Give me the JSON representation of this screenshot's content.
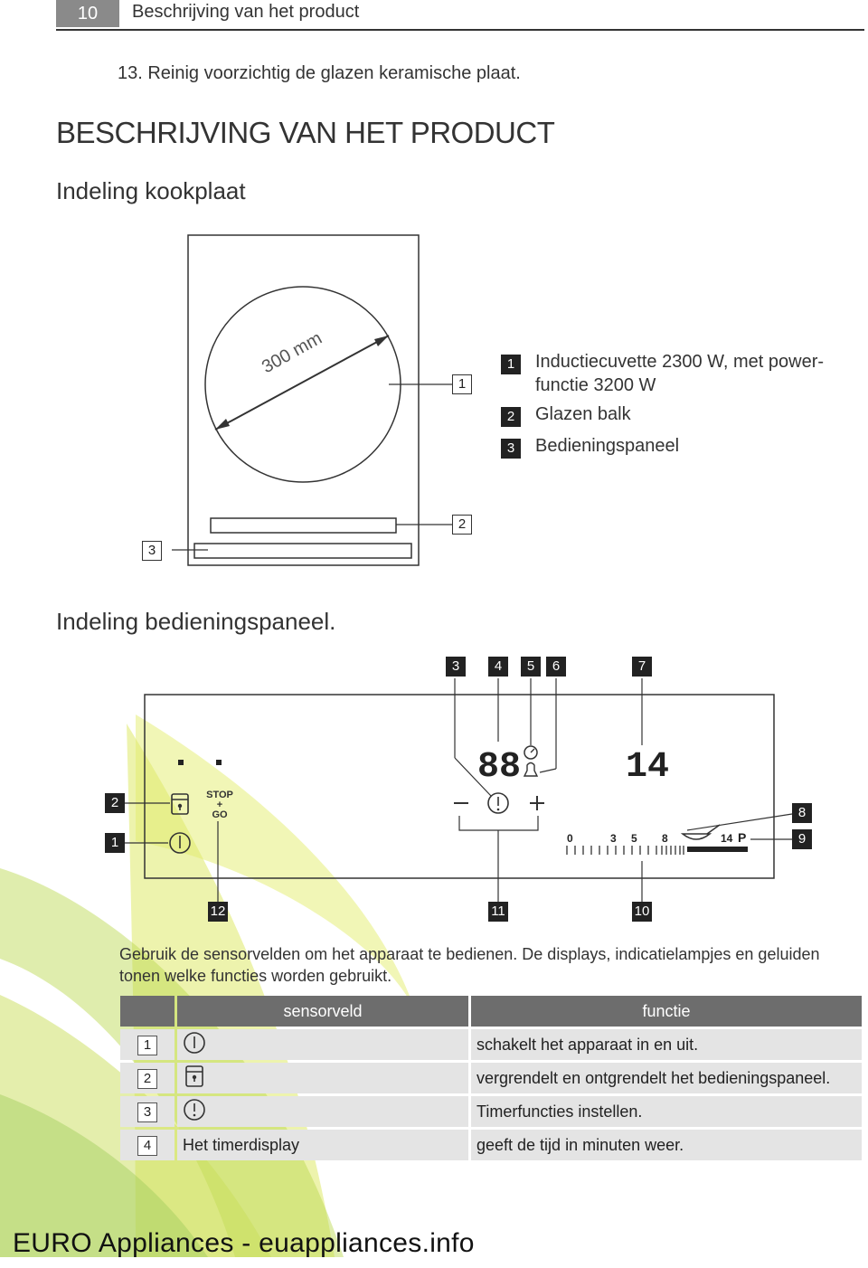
{
  "header": {
    "page_number": "10",
    "section_title": "Beschrijving van het product"
  },
  "step": "13.  Reinig voorzichtig de glazen keramische plaat.",
  "heading": "BESCHRIJVING VAN HET PRODUCT",
  "subheading_hob": "Indeling kookplaat",
  "hob_diagram": {
    "diameter_label": "300 mm",
    "callouts": [
      "1",
      "2",
      "3"
    ],
    "legend": [
      {
        "num": "1",
        "text_line1": "Inductiecuvette 2300 W, met power-",
        "text_line2": "functie 3200 W"
      },
      {
        "num": "2",
        "text_line1": "Glazen balk"
      },
      {
        "num": "3",
        "text_line1": "Bedieningspaneel"
      }
    ]
  },
  "subheading_panel": "Indeling bedieningspaneel.",
  "panel_diagram": {
    "top_callouts": [
      "3",
      "4",
      "5",
      "6",
      "7"
    ],
    "left_callouts": [
      "2",
      "1"
    ],
    "right_callouts": [
      "8",
      "9"
    ],
    "bottom_callouts": [
      "12",
      "11",
      "10"
    ],
    "stop_go": [
      "STOP",
      "+",
      "GO"
    ],
    "timer_display": "88",
    "power_display": "14",
    "minus": "−",
    "plus": "+",
    "scale_labels": [
      "0",
      "3",
      "5",
      "8",
      "14",
      "P"
    ]
  },
  "intro_text": "Gebruik de sensorvelden om het apparaat te bedienen. De displays, indicatielampjes en geluiden tonen welke functies worden gebruikt.",
  "table": {
    "headers": [
      "",
      "sensorveld",
      "functie"
    ],
    "rows": [
      {
        "num": "1",
        "icon": "power-icon",
        "sensor": "",
        "function": "schakelt het apparaat in en uit."
      },
      {
        "num": "2",
        "icon": "lock-icon",
        "sensor": "",
        "function": "vergrendelt en ontgrendelt het bedieningspaneel."
      },
      {
        "num": "3",
        "icon": "timer-icon",
        "sensor": "",
        "function": "Timerfuncties instellen."
      },
      {
        "num": "4",
        "icon": "",
        "sensor": "Het timerdisplay",
        "function": "geeft de tijd in minuten weer."
      }
    ]
  },
  "footer": "EURO Appliances - euappliances.info",
  "colors": {
    "leaf_green": "#cfe24a",
    "leaf_light": "#eef3a0",
    "header_gray": "#8a8a8a",
    "table_header": "#6d6d6d",
    "table_cell": "#e4e4e4"
  }
}
